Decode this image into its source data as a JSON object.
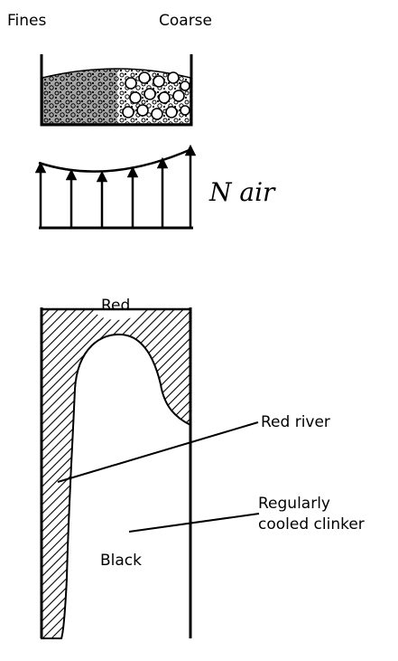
{
  "top_section": {
    "label_fines": "Fines",
    "label_coarse": "Coarse",
    "handwritten_label": "N air"
  },
  "bottom_section": {
    "label_red": "Red",
    "label_red_river": "Red river",
    "label_regularly": "Regularly",
    "label_cooled_clinker": "cooled clinker",
    "label_black": "Black"
  }
}
